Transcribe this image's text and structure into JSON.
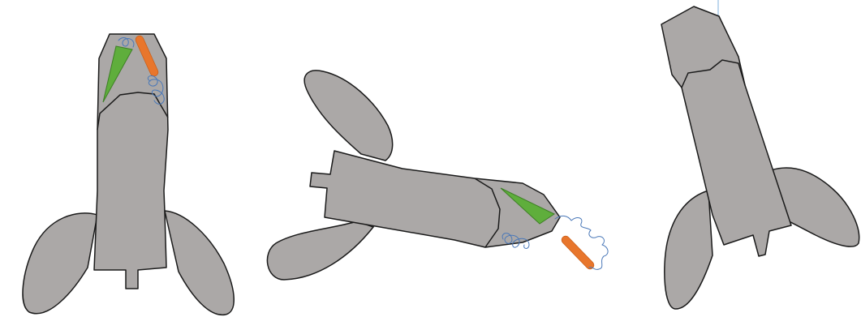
{
  "figures": [
    {
      "id": "fig-1",
      "orientation": "vertical-nose-up",
      "has_markers": true
    },
    {
      "id": "fig-2",
      "orientation": "tilted-nose-right",
      "has_markers": true
    },
    {
      "id": "fig-3",
      "orientation": "tilted-nose-up",
      "has_markers": false
    }
  ],
  "colors": {
    "shape_fill": "#aba8a7",
    "outline": "#1a1a1a",
    "triangle_marker": "#5fae3c",
    "bar_marker": "#e8762c",
    "scribble_line": "#4a78b8",
    "guide_line": "#7fb0de"
  }
}
